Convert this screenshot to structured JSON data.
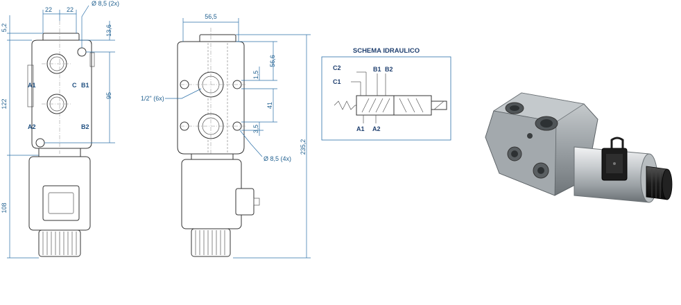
{
  "front_view": {
    "dimensions": {
      "d22a": "22",
      "d22b": "22",
      "d85_2x": "Ø 8,5 (2x)",
      "d5_2": "5,2",
      "d13_6": "13,6",
      "d122": "122",
      "d95": "95",
      "d108": "108"
    },
    "ports": {
      "a1": "A1",
      "c": "C",
      "b1": "B1",
      "a2": "A2",
      "b2": "B2"
    }
  },
  "side_view": {
    "dimensions": {
      "d56_5": "56,5",
      "d56_6": "56,6",
      "d1_5": "1,5",
      "d41": "41",
      "d3_5": "3,5",
      "d235_2": "235,2",
      "thread": "1/2\" (6x)",
      "d85_4x": "Ø 8,5 (4x)"
    }
  },
  "schema": {
    "title": "SCHEMA IDRAULICO",
    "labels": {
      "c2": "C2",
      "c1": "C1",
      "b1": "B1",
      "b2": "B2",
      "a1": "A1",
      "a2": "A2"
    }
  },
  "photo": {
    "icon": "solenoid-valve-photo"
  },
  "colors": {
    "dimension": "#1f5f8f",
    "schema_border": "#2a6fa8",
    "body_outline": "#333333"
  }
}
